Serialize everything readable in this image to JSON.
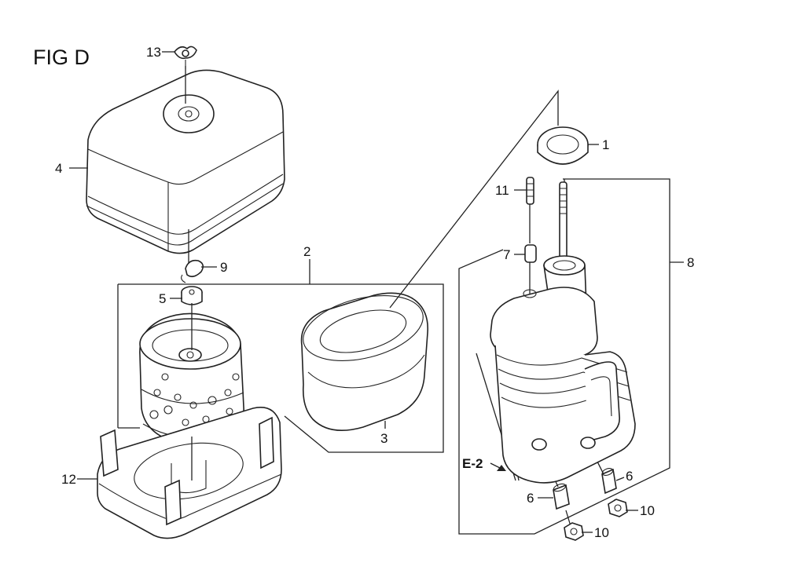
{
  "figure": {
    "title": "FIG D"
  },
  "callouts": {
    "c1": "1",
    "c2": "2",
    "c3": "3",
    "c4": "4",
    "c5": "5",
    "c6a": "6",
    "c6b": "6",
    "c7": "7",
    "c8": "8",
    "c9": "9",
    "c10a": "10",
    "c10b": "10",
    "c11": "11",
    "c12": "12",
    "c13": "13",
    "ref": "E-2"
  }
}
